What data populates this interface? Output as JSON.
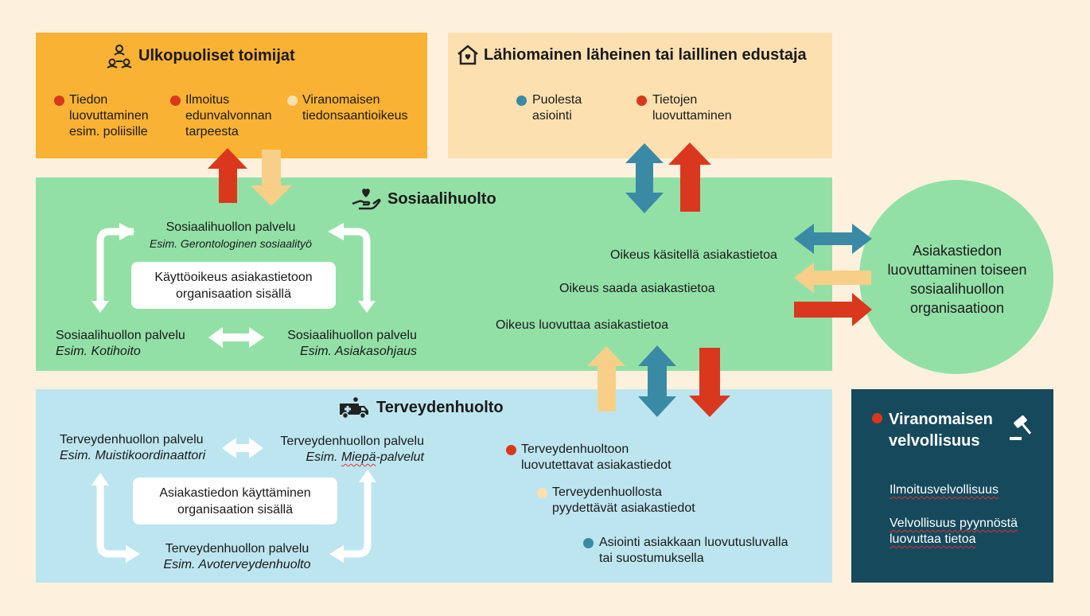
{
  "colors": {
    "orange": "#f9b233",
    "peach": "#fde0b0",
    "green": "#93e0a7",
    "lightblue": "#bde5f0",
    "navy": "#16495c",
    "red": "#d9381e",
    "lightorange": "#f8cf88",
    "teal": "#3a8aa5",
    "white": "#ffffff"
  },
  "ulkopuoliset": {
    "title": "Ulkopuoliset toimijat",
    "icon": "people-network-icon",
    "items": [
      {
        "color": "red",
        "lines": [
          "Tiedon",
          "luovuttaminen",
          "esim. poliisille"
        ]
      },
      {
        "color": "red",
        "lines": [
          "Ilmoitus",
          "edunvalvonnan",
          "tarpeesta"
        ]
      },
      {
        "color": "lightorange",
        "lines": [
          "Viranomaisen",
          "tiedonsaantioikeus"
        ]
      }
    ]
  },
  "lahiomainen": {
    "title": "Lähiomainen läheinen tai laillinen edustaja",
    "icon": "home-heart-icon",
    "items": [
      {
        "color": "teal",
        "lines": [
          "Puolesta",
          "asiointi"
        ]
      },
      {
        "color": "red",
        "lines": [
          "Tietojen",
          "luovuttaminen"
        ]
      }
    ]
  },
  "sosiaalihuolto": {
    "title": "Sosiaalihuolto",
    "icon": "hand-heart-icon",
    "service_top": {
      "title": "Sosiaalihuollon palvelu",
      "example": "Esim. Gerontologinen sosiaalityö"
    },
    "service_left": {
      "title": "Sosiaalihuollon palvelu",
      "example": "Esim. Kotihoito"
    },
    "service_right": {
      "title": "Sosiaalihuollon palvelu",
      "example": "Esim. Asiakasohjaus"
    },
    "center_box": [
      "Käyttöoikeus asiakastietoon",
      "organisaation sisällä"
    ],
    "rights": [
      "Oikeus käsitellä asiakastietoa",
      "Oikeus saada asiakastietoa",
      "Oikeus luovuttaa asiakastietoa"
    ]
  },
  "circle": {
    "lines": [
      "Asiakastiedon",
      "luovuttaminen toiseen",
      "sosiaalihuollon",
      "organisaatioon"
    ]
  },
  "terveydenhuolto": {
    "title": "Terveydenhuolto",
    "icon": "ambulance-icon",
    "service_top_left": {
      "title": "Terveydenhuollon palvelu",
      "example": "Esim. Muistikoordinaattori"
    },
    "service_top_right": {
      "title": "Terveydenhuollon palvelu",
      "example_prefix": "Esim. ",
      "example_word": "Miepä",
      "example_suffix": "-palvelut"
    },
    "service_bottom": {
      "title": "Terveydenhuollon palvelu",
      "example": "Esim. Avoterveydenhuolto"
    },
    "center_box": [
      "Asiakastiedon käyttäminen",
      "organisaation sisällä"
    ],
    "items": [
      {
        "color": "red",
        "lines": [
          "Terveydenhuoltoon",
          "luovutettavat asiakastiedot"
        ]
      },
      {
        "color": "lightorange",
        "lines": [
          "Terveydenhuollosta",
          "pyydettävät asiakastiedot"
        ]
      },
      {
        "color": "teal",
        "lines": [
          "Asiointi asiakkaan luovutusluvalla",
          "tai suostumuksella"
        ]
      }
    ]
  },
  "viranomainen": {
    "title_lines": [
      "Viranomaisen",
      "velvollisuus"
    ],
    "icon": "gavel-icon",
    "items": [
      [
        "Ilmoitusvelvollisuus"
      ],
      [
        "Velvollisuus pyynnöstä",
        "luovuttaa tietoa"
      ]
    ]
  }
}
